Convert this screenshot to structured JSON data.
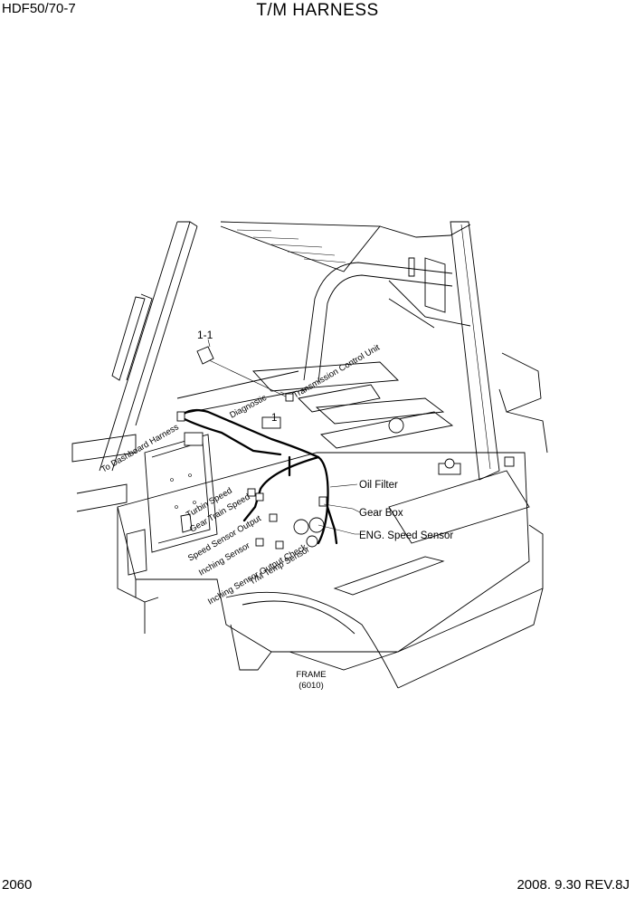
{
  "header": {
    "model": "HDF50/70-7",
    "title": "T/M HARNESS"
  },
  "footer": {
    "page_number": "2060",
    "revision": "2008. 9.30  REV.8J"
  },
  "callouts": {
    "ref_1_1": "1-1",
    "ref_1": "1",
    "diagnostic": "Diagnostic",
    "transmission_control_unit": "Transmission Control Unit",
    "to_dashboard_harness": "To Dashboard Harness",
    "turbin_speed": "Turbin Speed",
    "gear_train_speed": "Gear Train Speed",
    "speed_sensor_output": "Speed Sensor Output",
    "inching_sensor": "Inching Sensor",
    "inching_sensor_output_check": "Inching Sensor Output Check",
    "tm_temp_sensor": "T/M Temp Sensor",
    "oil_filter": "Oil Filter",
    "gear_box": "Gear Box",
    "eng_speed_sensor": "ENG. Speed Sensor",
    "frame": "FRAME",
    "frame_number": "(6010)"
  },
  "icons": [
    "forklift-frame-drawing",
    "harness-connector-icon"
  ]
}
